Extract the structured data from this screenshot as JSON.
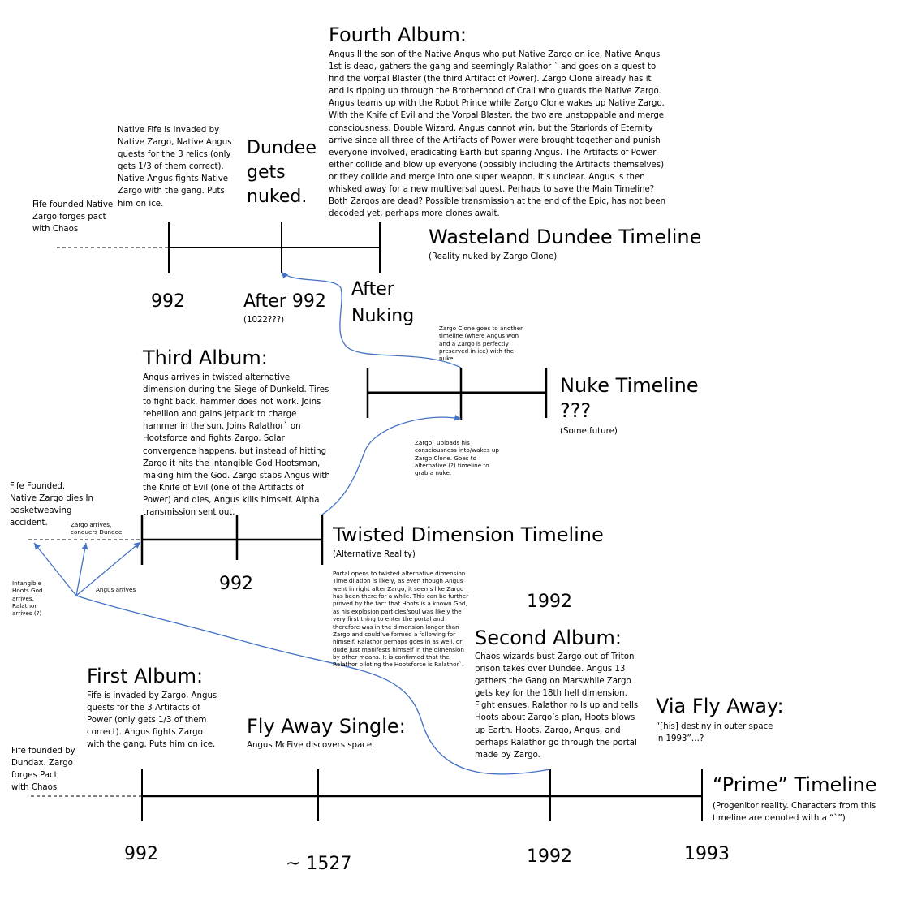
{
  "wasteland": {
    "title": "Wasteland Dundee Timeline",
    "subtitle": "(Reality nuked by Zargo Clone)",
    "left_note": "Fife founded Native\nZargo forges pact\nwith Chaos",
    "native_fife_note": "Native Fife is invaded by\nNative Zargo, Native Angus\nquests for the 3 relics (only\ngets 1/3 of them correct).\nNative Angus fights Native\nZargo with the gang. Puts\nhim on ice.",
    "dundee_note": "Dundee\ngets\nnuked.",
    "fourth_album_title": "Fourth Album:",
    "fourth_album_text": "Angus II the son of the Native Angus who put Native Zargo on ice, Native Angus 1st  is dead, gathers the gang and seemingly Ralathor ` and goes on a quest to find the Vorpal Blaster (the third Artifact of Power). Zargo Clone already has it and is ripping up through the Brotherhood of Crail who guards the Native Zargo. Angus teams up with the Robot Prince while Zargo Clone wakes up Native Zargo. With the Knife of Evil and the Vorpal Blaster, the two are unstoppable and merge consciousness. Double Wizard. Angus cannot win, but the Starlords of Eternity arrive since all three of the Artifacts of Power were brought together and punish everyone involved, eradicating Earth but sparing Angus. The Artifacts of Power either collide and blow up everyone (possibly including the Artifacts themselves) or they collide and merge into one super weapon. It’s unclear. Angus is then whisked away for a new multiversal quest. Perhaps to save the Main Timeline? Both Zargos are dead? Possible transmission at the end of the Epic, has not been decoded yet, perhaps more clones await.",
    "label_992": "992",
    "label_after_992": "After 992",
    "label_1022": "(1022???)",
    "label_after_nuking": "After\nNuking"
  },
  "nuke": {
    "title": "Nuke Timeline\n???",
    "subtitle": "(Some future)",
    "clone_note": "Zargo Clone goes to another timeline (where Angus won and a Zargo is perfectly preserved in ice) with the nuke.",
    "upload_note": "Zargo` uploads his consciousness into/wakes up Zargo Clone. Goes to alternative (?) timeline to grab a nuke."
  },
  "twisted": {
    "title": "Twisted Dimension Timeline",
    "subtitle": "(Alternative Reality)",
    "third_album_title": "Third Album:",
    "third_album_text": "Angus arrives in twisted alternative dimension during the Siege of Dunkeld. Tires to fight back, hammer does not work. Joins rebellion and gains jetpack to charge hammer in the sun. Joins Ralathor` on Hootsforce and fights Zargo. Solar convergence happens, but instead of hitting Zargo it hits the intangible God Hootsman, making him the God. Zargo stabs Angus with the Knife of Evil (one of the Artifacts of Power) and dies, Angus kills himself. Alpha transmission sent out.",
    "left_note": "Fife Founded.\nNative Zargo dies In\nbasketweaving\naccident.",
    "zargo_arrives": "Zargo arrives,\nconquers Dundee",
    "hoots_note": "Intangible\nHoots God\narrives.\nRalathor\narrives (?)",
    "angus_arrives": "Angus arrives",
    "label_992": "992",
    "portal_note": "Portal opens to twisted alternative dimension. Time dilation is likely, as even though Angus went in right after Zargo, it seems like Zargo has been there for a while. This can be further proved by the fact that Hoots is a known God, as his explosion particles/soul was likely the very first thing to enter the portal and therefore was in the dimension longer than Zargo and could’ve formed a following for himself. Ralathor perhaps goes in as well, or dude just manifests himself in the dimension by other means. It is confirmed that the Ralathor piloting the Hootsforce is Ralathor`."
  },
  "prime": {
    "title": "“Prime” Timeline",
    "subtitle": "(Progenitor reality. Characters from this timeline are denoted with a “`”)",
    "left_note": "Fife founded by\nDundax. Zargo\nforges Pact\nwith Chaos",
    "first_album_title": "First Album:",
    "first_album_text": "Fife is invaded by Zargo, Angus quests for the 3 Artifacts of Power (only gets 1/3 of them correct). Angus fights Zargo with the gang. Puts him on ice.",
    "fly_away_title": "Fly Away Single:",
    "fly_away_text": "Angus McFive discovers space.",
    "second_album_title": "Second Album:",
    "second_album_text": "Chaos wizards bust Zargo out of Triton prison takes over Dundee. Angus 13 gathers the Gang on Marswhile Zargo gets key for the 18th hell dimension. Fight ensues, Ralathor rolls up and tells Hoots about Zargo’s plan, Hoots blows up Earth. Hoots, Zargo, Angus, and perhaps Ralathor go through the portal made by Zargo.",
    "via_fly_away_title": "Via Fly Away:",
    "via_fly_away_text": "“[his] destiny in outer space in 1993”…?",
    "label_992": "992",
    "label_1527": "~ 1527",
    "label_1992": "1992",
    "label_1992_upper": "1992",
    "label_1993": "1993"
  },
  "colors": {
    "arrow": "#4472c4",
    "line": "#000000"
  }
}
